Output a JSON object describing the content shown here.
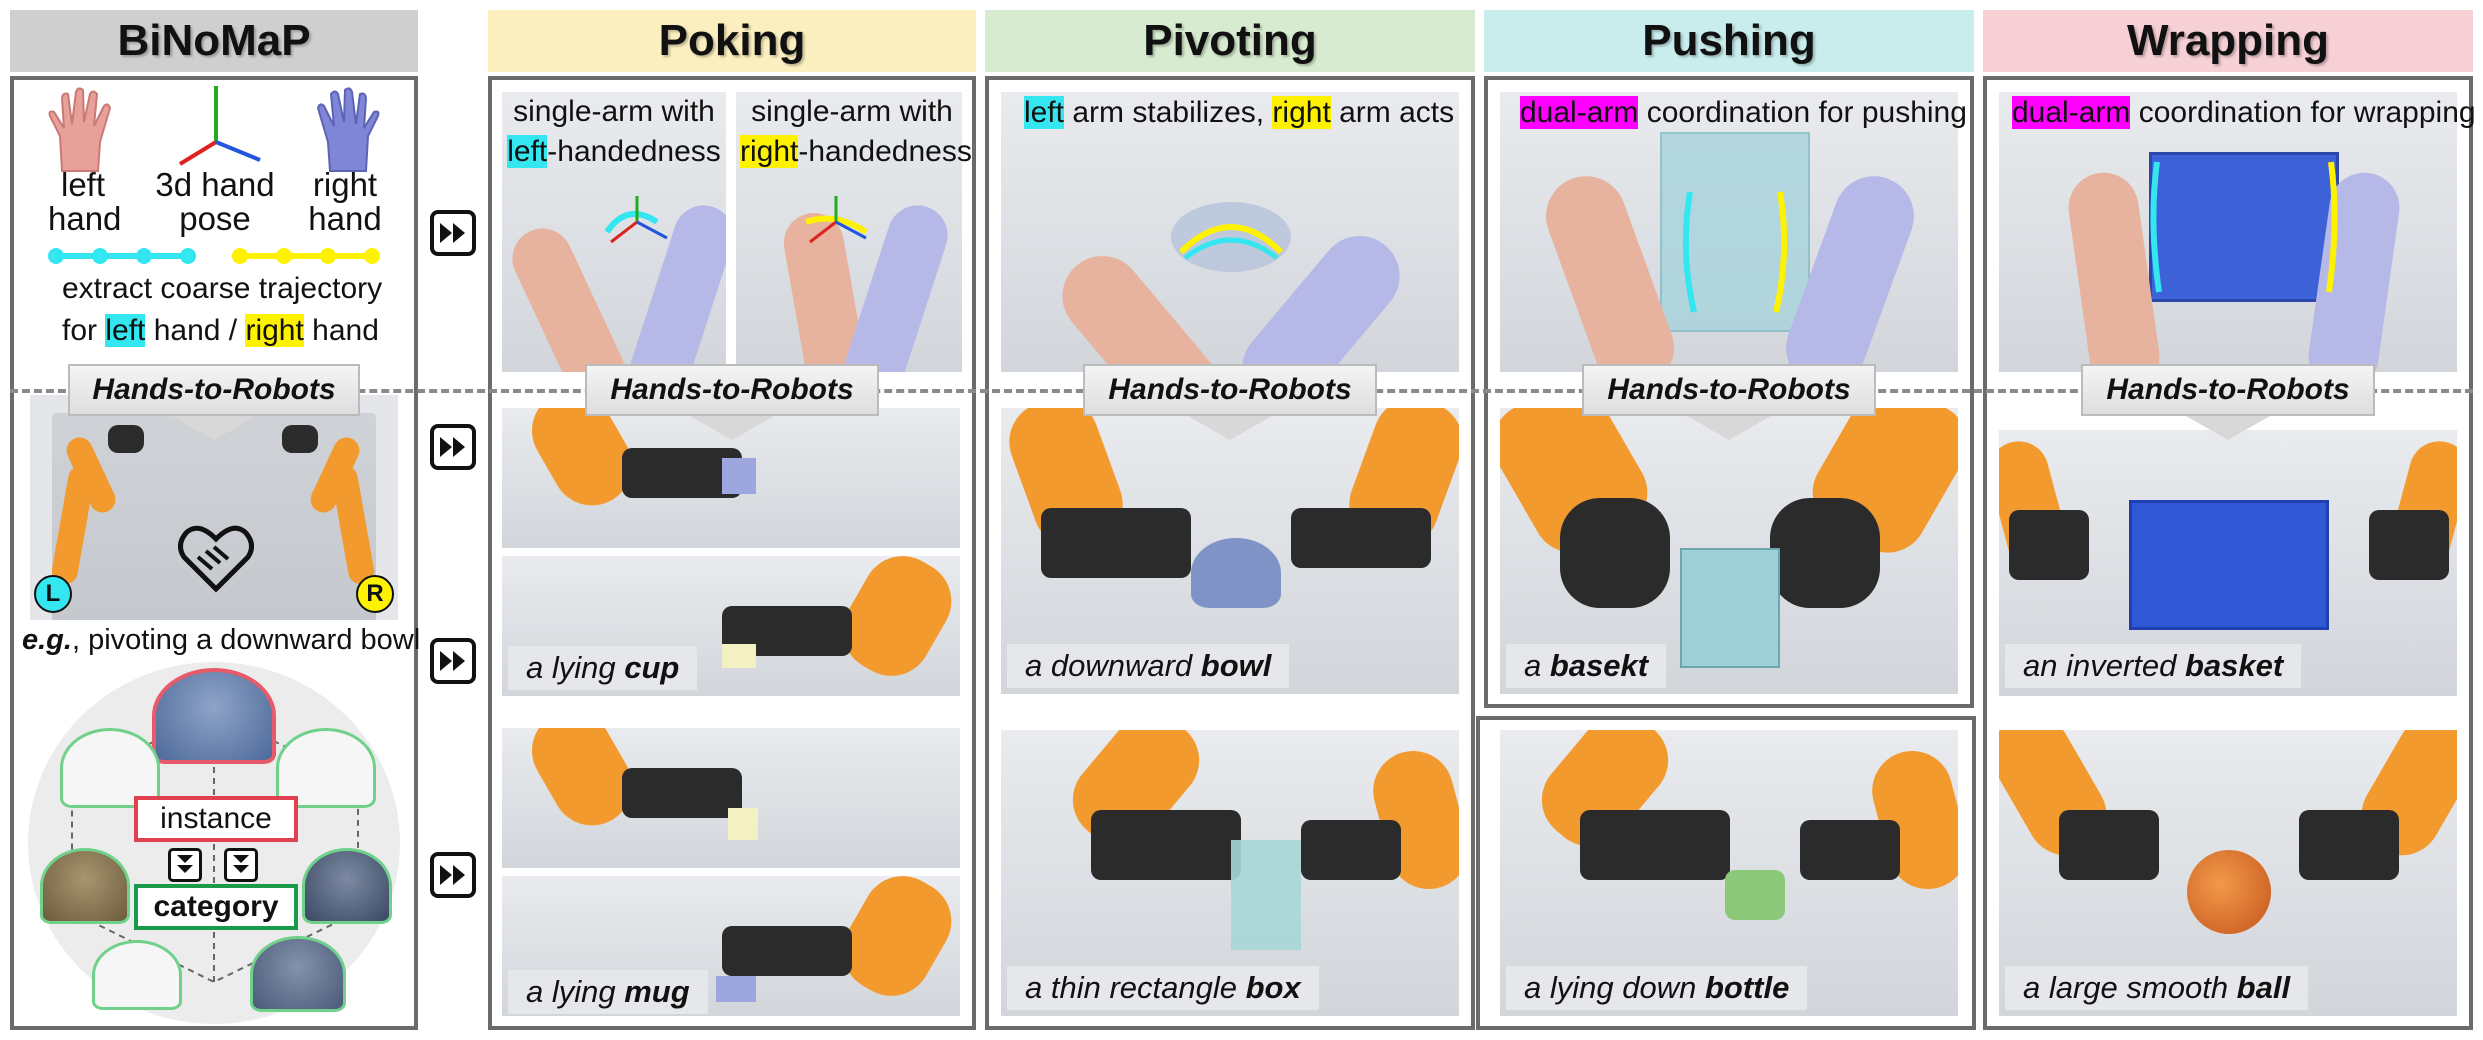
{
  "headers": {
    "binomap": "BiNoMaP",
    "poking": "Poking",
    "pivoting": "Pivoting",
    "pushing": "Pushing",
    "wrapping": "Wrapping"
  },
  "colors": {
    "binomap_header": "#cfcfcf",
    "poking_header": "#fbefbf",
    "pivoting_header": "#d6ebcf",
    "pushing_header": "#c9ecec",
    "wrapping_header": "#f7d0d6",
    "cyan": "#33e6f0",
    "yellow": "#fff200",
    "magenta": "#ff00ff",
    "robot_orange": "#f29a2e"
  },
  "left": {
    "left_hand": [
      "left",
      "hand"
    ],
    "pose": [
      "3d hand",
      "pose"
    ],
    "right_hand": [
      "right",
      "hand"
    ],
    "extract_line1": "extract coarse trajectory",
    "extract_for": "for ",
    "extract_left": "left",
    "extract_mid": " hand / ",
    "extract_right": "right",
    "extract_end": " hand",
    "h2r": "Hands-to-Robots",
    "badge_l": "L",
    "badge_r": "R",
    "eg_bold": "e.g.",
    "eg_text": ", pivoting a downward bowl",
    "instance": "instance",
    "category": "category"
  },
  "poking": {
    "cap1_a": "single-arm with",
    "cap1_hl": "left",
    "cap1_b": "-handedness",
    "cap2_a": "single-arm with",
    "cap2_hl": "right",
    "cap2_b": "-handedness",
    "h2r": "Hands-to-Robots",
    "label_cup_pre": "a lying ",
    "label_cup_obj": "cup",
    "label_mug_pre": "a lying ",
    "label_mug_obj": "mug"
  },
  "pivoting": {
    "cap_hl1": "left",
    "cap_mid": " arm stabilizes, ",
    "cap_hl2": "right",
    "cap_end": " arm acts",
    "h2r": "Hands-to-Robots",
    "label_bowl_pre": "a downward ",
    "label_bowl_obj": "bowl",
    "label_box_pre": "a thin rectangle ",
    "label_box_obj": "box"
  },
  "pushing": {
    "cap_hl": "dual-arm",
    "cap_rest": " coordination for pushing",
    "h2r": "Hands-to-Robots",
    "label_basket_pre": "a ",
    "label_basket_obj": "basekt",
    "label_bottle_pre": "a lying down ",
    "label_bottle_obj": "bottle"
  },
  "wrapping": {
    "cap_hl": "dual-arm",
    "cap_rest": " coordination for wrapping",
    "h2r": "Hands-to-Robots",
    "label_basket_pre": "an inverted ",
    "label_basket_obj": "basket",
    "label_ball_pre": "a large smooth ",
    "label_ball_obj": "ball"
  }
}
